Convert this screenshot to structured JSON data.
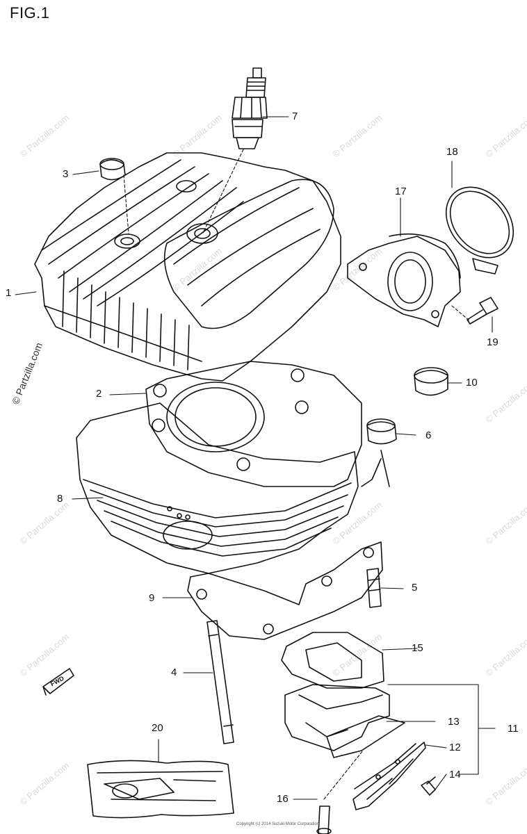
{
  "figure_title": "FIG.1",
  "callouts": [
    "1",
    "2",
    "3",
    "4",
    "5",
    "6",
    "7",
    "8",
    "9",
    "10",
    "11",
    "12",
    "13",
    "14",
    "15",
    "16",
    "17",
    "18",
    "19",
    "20"
  ],
  "watermark": "© Partzilla.com",
  "fwd_label": "FWD",
  "footer_text": "Copyright (c) 2014 Suzuki Motor Corporation"
}
